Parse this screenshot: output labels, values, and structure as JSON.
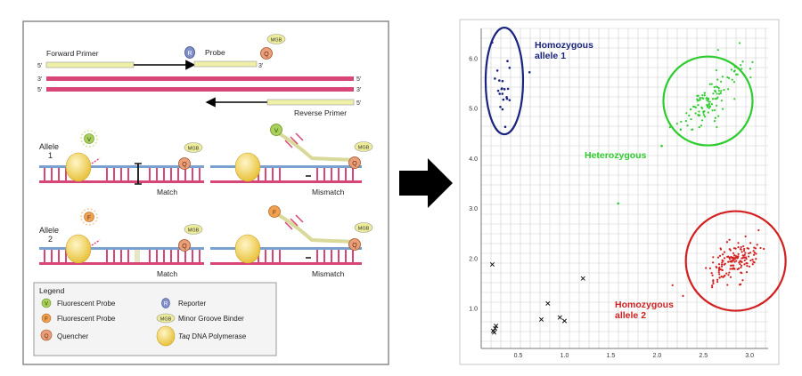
{
  "assay": {
    "forward_primer": "Forward Primer",
    "probe": "Probe",
    "reverse_primer": "Reverse Primer",
    "prime5": "5'",
    "prime3": "3'",
    "allele1": "Allele",
    "allele1_num": "1",
    "allele2": "Allele",
    "allele2_num": "2",
    "match": "Match",
    "mismatch": "Mismatch",
    "reporter_letter": "R",
    "quencher_letter": "Q",
    "mgb": "MGB",
    "v_letter": "V",
    "f_letter": "F"
  },
  "legend": {
    "title": "Legend",
    "items": [
      {
        "letter": "V",
        "label": "Fluorescent Probe"
      },
      {
        "letter": "R",
        "label": "Reporter"
      },
      {
        "letter": "F",
        "label": "Fluorescent Probe"
      },
      {
        "letter": "MGB",
        "label": "Minor Groove Binder"
      },
      {
        "letter": "Q",
        "label": "Quencher"
      },
      {
        "letter": "",
        "label_italic": "Taq",
        "label": " DNA Polymerase"
      }
    ]
  },
  "colors": {
    "strand": "#d84678",
    "probe": "#eef0a8",
    "reporter": "#7f8fc8",
    "quencher": "#e9a07a",
    "mgb": "#ecec9a",
    "polymerase": "#f2d35a",
    "green_v": "#a8d05a",
    "orange_f": "#f0a050",
    "arrow": "#000000",
    "allele1": "#1a237e",
    "hetero": "#2ecc2e",
    "allele2": "#d21f1f",
    "undet": "#111111"
  },
  "chart_data": {
    "type": "scatter",
    "x_ticks": [
      "0.5",
      "1.0",
      "1.5",
      "2.0",
      "2.5",
      "3.0"
    ],
    "y_ticks": [
      "1.0",
      "2.0",
      "3.0",
      "4.0",
      "5.0",
      "6.0"
    ],
    "xlim": [
      0.1,
      3.2
    ],
    "ylim": [
      0.2,
      6.6
    ],
    "grid": true,
    "clusters": [
      {
        "name_lines": [
          "Homozygous",
          "allele 1"
        ],
        "color": "#1a237e",
        "center": [
          0.35,
          5.55
        ],
        "spread": [
          0.07,
          0.45
        ],
        "count": 22,
        "marker": "dot"
      },
      {
        "name_lines": [
          "Heterozygous"
        ],
        "color": "#2ecc2e",
        "center": [
          2.55,
          5.15
        ],
        "spread": [
          0.12,
          0.35
        ],
        "count": 120,
        "marker": "dot"
      },
      {
        "name_lines": [
          "Homozygous",
          "allele 2"
        ],
        "color": "#d21f1f",
        "center": [
          2.85,
          1.95
        ],
        "spread": [
          0.12,
          0.2
        ],
        "count": 160,
        "marker": "dot"
      }
    ],
    "outliers": [
      {
        "x": 1.58,
        "y": 3.1,
        "color": "#2ecc2e",
        "marker": "dot"
      },
      {
        "x": 2.05,
        "y": 4.25,
        "color": "#2ecc2e",
        "marker": "dot"
      },
      {
        "x": 0.22,
        "y": 1.88,
        "color": "#111111",
        "marker": "x"
      },
      {
        "x": 0.75,
        "y": 0.78,
        "color": "#111111",
        "marker": "x"
      },
      {
        "x": 0.82,
        "y": 1.1,
        "color": "#111111",
        "marker": "x"
      },
      {
        "x": 0.95,
        "y": 0.82,
        "color": "#111111",
        "marker": "x"
      },
      {
        "x": 1.0,
        "y": 0.75,
        "color": "#111111",
        "marker": "x"
      },
      {
        "x": 1.2,
        "y": 1.6,
        "color": "#111111",
        "marker": "x"
      },
      {
        "x": 0.23,
        "y": 0.55,
        "color": "#111111",
        "marker": "x"
      },
      {
        "x": 0.25,
        "y": 0.6,
        "color": "#111111",
        "marker": "x"
      },
      {
        "x": 0.24,
        "y": 0.52,
        "color": "#111111",
        "marker": "x"
      },
      {
        "x": 0.26,
        "y": 0.65,
        "color": "#111111",
        "marker": "x"
      }
    ]
  }
}
